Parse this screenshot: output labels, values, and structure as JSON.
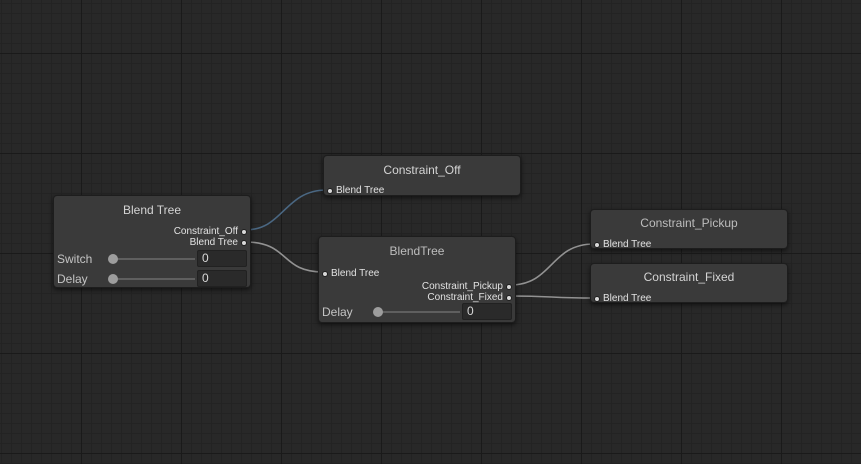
{
  "colors": {
    "link_highlight": "#4a6782",
    "link_normal": "#929292"
  },
  "nodes": {
    "root": {
      "title": "Blend Tree",
      "outputs": [
        "Constraint_Off",
        "Blend Tree"
      ],
      "params": [
        {
          "label": "Switch",
          "value": "0"
        },
        {
          "label": "Delay",
          "value": "0"
        }
      ]
    },
    "off": {
      "title": "Constraint_Off",
      "input": "Blend Tree"
    },
    "sub": {
      "title": "BlendTree",
      "input": "Blend Tree",
      "outputs": [
        "Constraint_Pickup",
        "Constraint_Fixed"
      ],
      "params": [
        {
          "label": "Delay",
          "value": "0"
        }
      ]
    },
    "pickup": {
      "title": "Constraint_Pickup",
      "input": "Blend Tree"
    },
    "fixed": {
      "title": "Constraint_Fixed",
      "input": "Blend Tree"
    }
  }
}
